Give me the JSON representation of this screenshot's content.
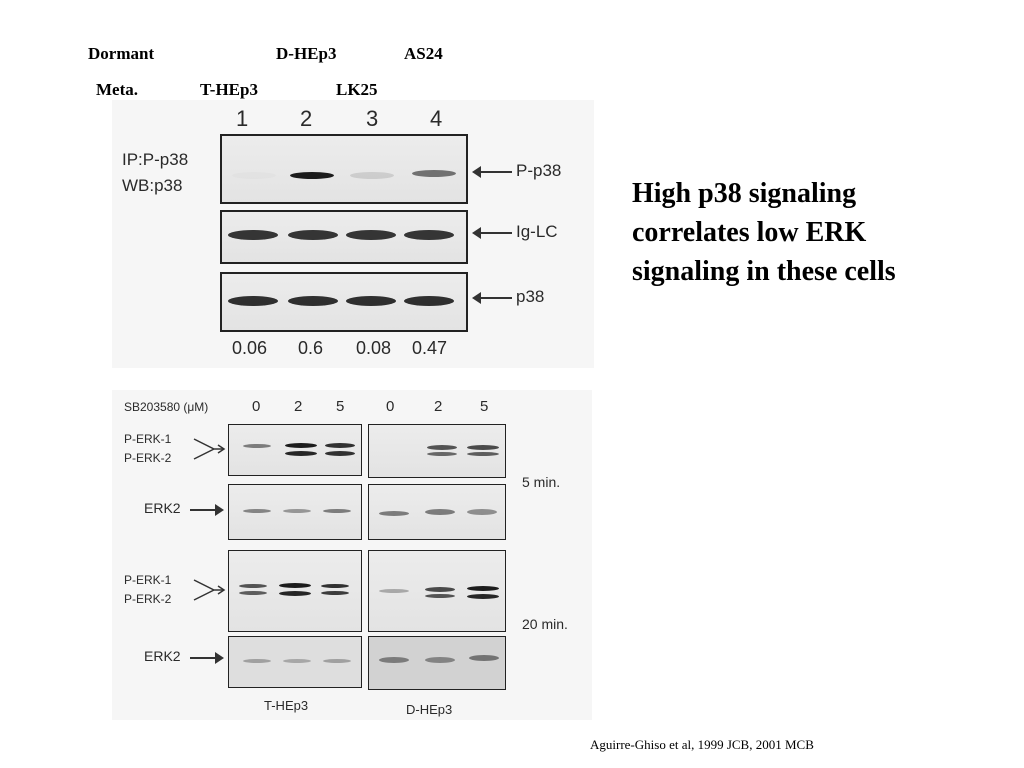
{
  "header": {
    "row1": [
      "Dormant",
      "D-HEp3",
      "AS24"
    ],
    "row2": [
      "Meta.",
      "T-HEp3",
      "LK25"
    ]
  },
  "top_figure": {
    "lane_numbers": [
      "1",
      "2",
      "3",
      "4"
    ],
    "ip_label_1": "IP:P-p38",
    "ip_label_2": "WB:p38",
    "band_labels": [
      "P-p38",
      "Ig-LC",
      "p38"
    ],
    "ratios": [
      "0.06",
      "0.6",
      "0.08",
      "0.47"
    ],
    "p_p38_intensity": [
      0.02,
      0.95,
      0.12,
      0.55
    ],
    "iglc_intensity": [
      0.85,
      0.85,
      0.85,
      0.85
    ],
    "p38_intensity": [
      0.88,
      0.88,
      0.88,
      0.88
    ]
  },
  "bottom_figure": {
    "treatment_label": "SB203580 (μM)",
    "doses": [
      "0",
      "2",
      "5",
      "0",
      "2",
      "5"
    ],
    "p_erk_1": "P-ERK-1",
    "p_erk_2": "P-ERK-2",
    "erk2": "ERK2",
    "time_5": "5 min.",
    "time_20": "20 min.",
    "cell_left": "T-HEp3",
    "cell_right": "D-HEp3"
  },
  "headline": {
    "line1": "High p38 signaling",
    "line2": "correlates low ERK",
    "line3": "signaling in these cells"
  },
  "citation": "Aguirre-Ghiso et al, 1999 JCB, 2001 MCB"
}
